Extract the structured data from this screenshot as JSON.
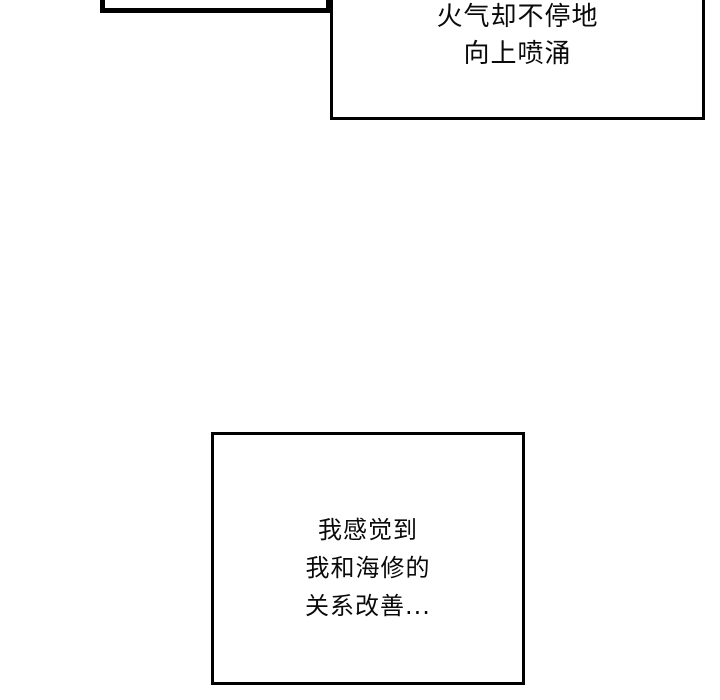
{
  "page": {
    "background_color": "#ffffff",
    "border_color": "#000000",
    "text_color": "#0a0a0a"
  },
  "panels": {
    "top_caption": {
      "lines": [
        "火气却不停地",
        "向上喷涌"
      ]
    },
    "bottom_caption": {
      "lines": [
        "我感觉到",
        "我和海修的",
        "关系改善..."
      ]
    }
  }
}
